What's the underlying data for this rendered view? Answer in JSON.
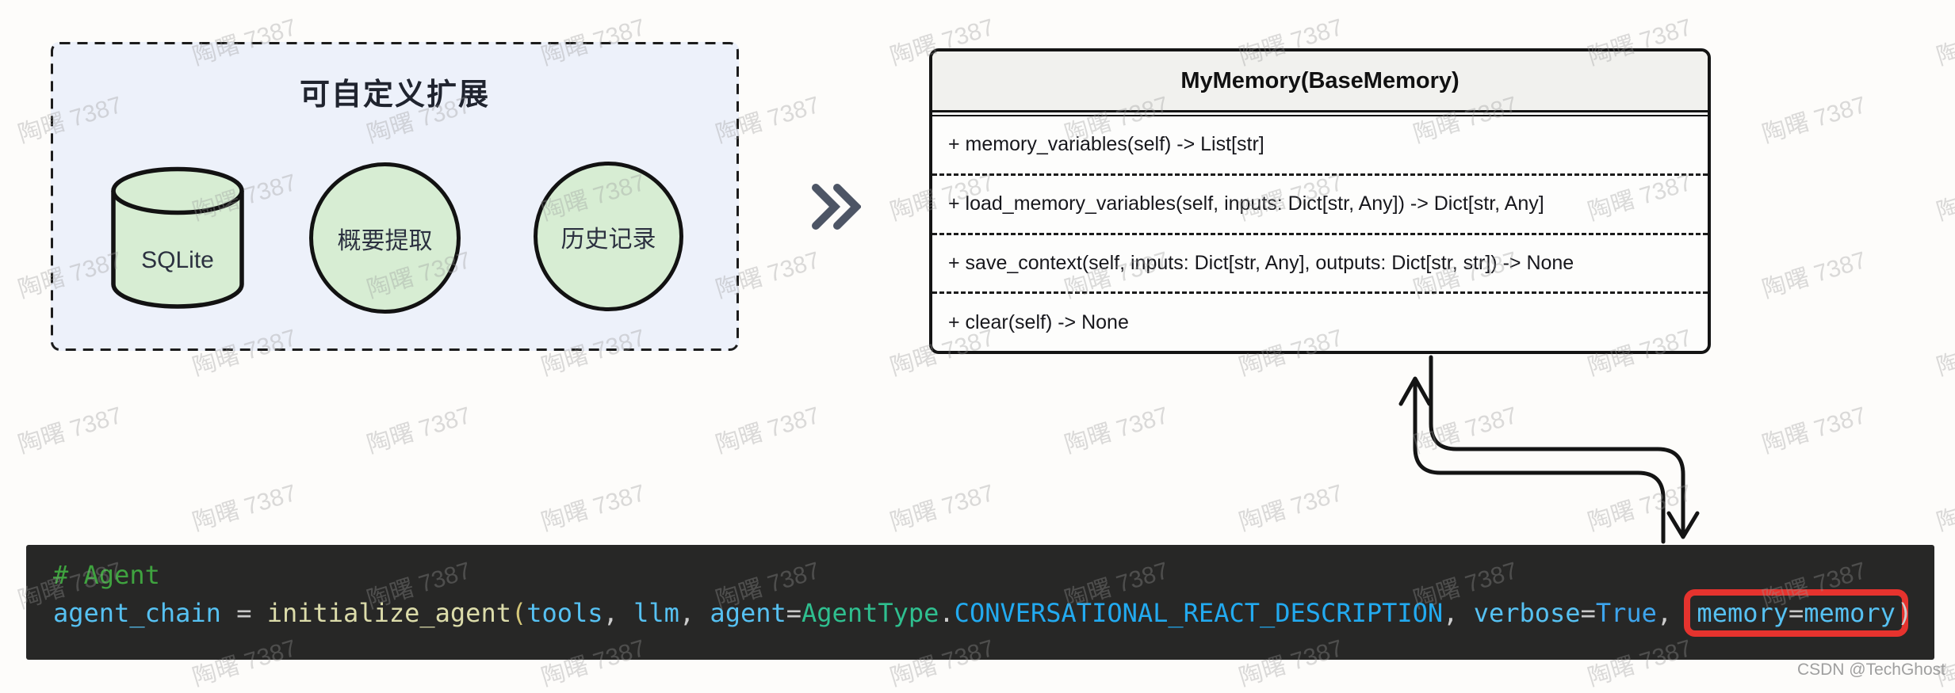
{
  "watermark": {
    "text": "陶曙 7387"
  },
  "extension_panel": {
    "title": "可自定义扩展",
    "items": [
      {
        "shape": "cylinder",
        "label": "SQLite"
      },
      {
        "shape": "circle",
        "label": "概要提取"
      },
      {
        "shape": "circle",
        "label": "历史记录"
      }
    ],
    "panel_fill": "#edf1fa",
    "shape_fill": "#d7edd3"
  },
  "transition": {
    "icon": "double-chevron-right",
    "color": "#4d5565"
  },
  "class_box": {
    "title": "MyMemory(BaseMemory)",
    "methods": [
      "+ memory_variables(self) -> List[str]",
      "+ load_memory_variables(self, inputs: Dict[str, Any]) -> Dict[str, Any]",
      "+ save_context(self, inputs: Dict[str, Any], outputs: Dict[str, str]) -> None",
      "+ clear(self) -> None"
    ],
    "header_fill": "#f1f1ee"
  },
  "code_block": {
    "background": "#272726",
    "comment_line": "# Agent",
    "highlight_color": "#e6332e",
    "tokens": [
      {
        "t": "agent_chain",
        "c": "ident"
      },
      {
        "t": " ",
        "c": "plain"
      },
      {
        "t": "=",
        "c": "op"
      },
      {
        "t": " ",
        "c": "plain"
      },
      {
        "t": "initialize_agent",
        "c": "func"
      },
      {
        "t": "(",
        "c": "paren"
      },
      {
        "t": "tools",
        "c": "ident"
      },
      {
        "t": ", ",
        "c": "plain"
      },
      {
        "t": "llm",
        "c": "ident"
      },
      {
        "t": ", ",
        "c": "plain"
      },
      {
        "t": "agent",
        "c": "ident"
      },
      {
        "t": "=",
        "c": "op"
      },
      {
        "t": "AgentType",
        "c": "class"
      },
      {
        "t": ".",
        "c": "plain"
      },
      {
        "t": "CONVERSATIONAL_REACT_DESCRIPTION",
        "c": "const"
      },
      {
        "t": ", ",
        "c": "plain"
      },
      {
        "t": "verbose",
        "c": "ident"
      },
      {
        "t": "=",
        "c": "op"
      },
      {
        "t": "True",
        "c": "keyword"
      },
      {
        "t": ", ",
        "c": "plain"
      },
      {
        "highlight": true,
        "tokens": [
          {
            "t": "memory",
            "c": "ident"
          },
          {
            "t": "=",
            "c": "op"
          },
          {
            "t": "memory",
            "c": "ident"
          }
        ]
      },
      {
        "t": ")",
        "c": "plain"
      }
    ]
  },
  "credit": "CSDN @TechGhost"
}
